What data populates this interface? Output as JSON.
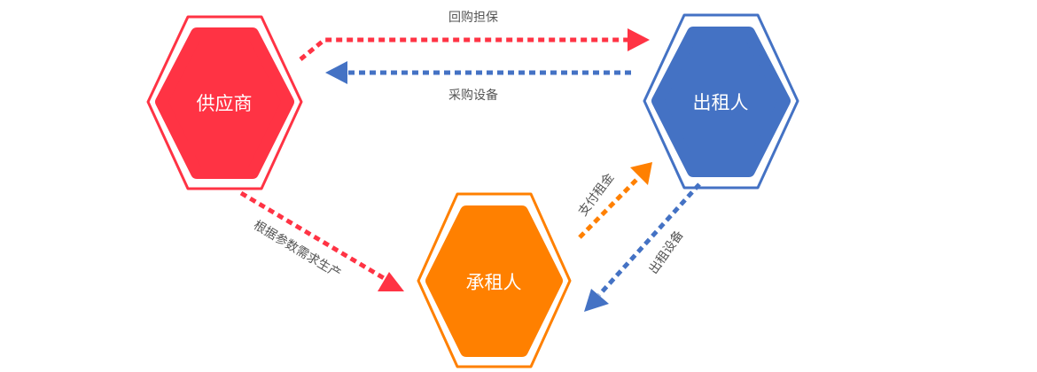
{
  "colors": {
    "supplier": "#FF3344",
    "lessor": "#4472C4",
    "lessee": "#FF8000",
    "label_text": "#555555"
  },
  "nodes": {
    "supplier": {
      "label": "供应商"
    },
    "lessor": {
      "label": "出租人"
    },
    "lessee": {
      "label": "承租人"
    }
  },
  "edges": {
    "buyback_guarantee": {
      "label": "回购担保"
    },
    "purchase_equipment": {
      "label": "采购设备"
    },
    "produce_on_demand": {
      "label": "根据参数需求生产"
    },
    "pay_rent": {
      "label": "支付租金"
    },
    "lease_equipment": {
      "label": "出租设备"
    }
  }
}
